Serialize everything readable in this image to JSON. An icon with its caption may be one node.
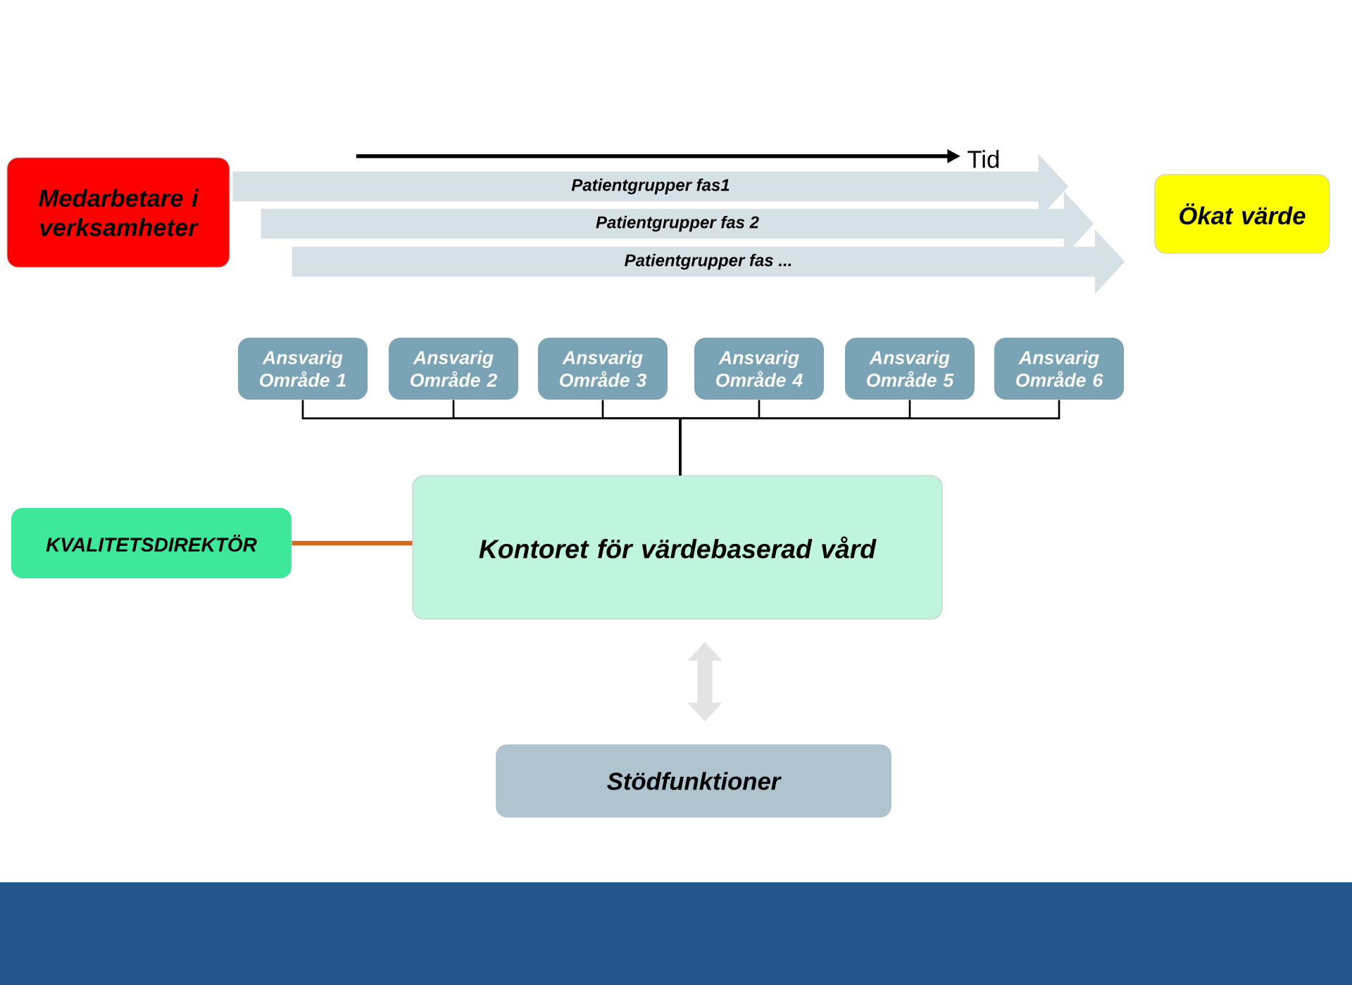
{
  "diagram": {
    "nodes": [
      {
        "text": [
          "Medarbetare i verksamheter"
        ]
      },
      {
        "text": [
          "Ökat värde"
        ]
      },
      {
        "text": [
          "Ansvarig Område 1"
        ]
      },
      {
        "text": [
          "Ansvarig Område 2"
        ]
      },
      {
        "text": [
          "Ansvarig Område 3"
        ]
      },
      {
        "text": [
          "Ansvarig Område 4"
        ]
      },
      {
        "text": [
          "Ansvarig Område 5"
        ]
      },
      {
        "text": [
          "Ansvarig Område 6"
        ]
      },
      {
        "text": [
          "KVALITETSDIREKTÖR"
        ]
      },
      {
        "text": [
          "Kontoret för värdebaserad vård"
        ]
      },
      {
        "text": [
          "Stödfunktioner"
        ]
      }
    ],
    "edges": [
      {
        "from": 0,
        "to": 1,
        "arrow": "to",
        "label": "Patientgrupper fas1",
        "style": "thick",
        "color": "#d6e0e7"
      },
      {
        "from": 0,
        "to": 1,
        "arrow": "to",
        "label": "Patientgrupper fas 2",
        "style": "thick",
        "color": "#d6e0e7"
      },
      {
        "from": 0,
        "to": 1,
        "arrow": "to",
        "label": "Patientgrupper fas  ...",
        "style": "thick",
        "color": "#d6e0e7"
      },
      {
        "from": 2,
        "to": 9,
        "arrow": "none"
      },
      {
        "from": 3,
        "to": 9,
        "arrow": "none"
      },
      {
        "from": 4,
        "to": 9,
        "arrow": "none"
      },
      {
        "from": 5,
        "to": 9,
        "arrow": "none"
      },
      {
        "from": 6,
        "to": 9,
        "arrow": "none"
      },
      {
        "from": 7,
        "to": 9,
        "arrow": "none"
      },
      {
        "from": 8,
        "to": 9,
        "arrow": "none",
        "style": "thick",
        "color": "#d2691e"
      },
      {
        "from": 9,
        "to": 10,
        "arrow": "both",
        "style": "thick",
        "color": "#e3e3e3"
      }
    ],
    "labels": [
      "Tid"
    ]
  }
}
